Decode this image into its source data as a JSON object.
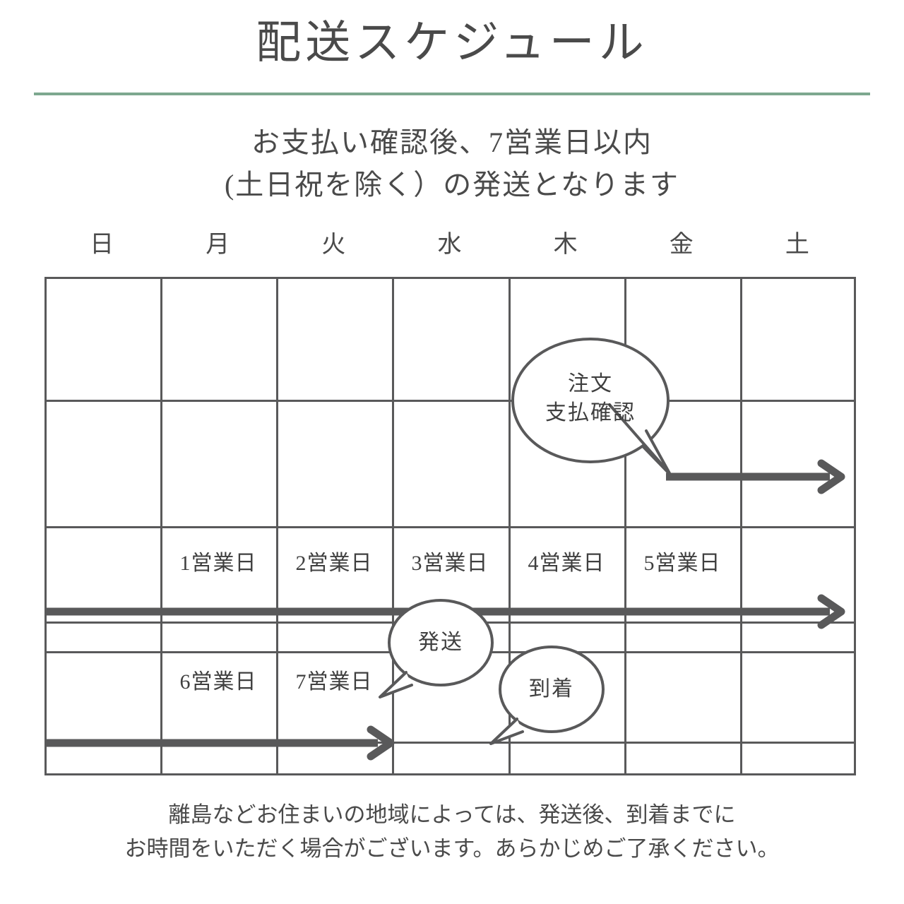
{
  "header": {
    "title": "配送スケジュール",
    "divider_color": "#7da88f",
    "subtitle_line1": "お支払い確認後、7営業日以内",
    "subtitle_line2": "(土日祝を除く）の発送となります"
  },
  "calendar": {
    "weekdays": [
      {
        "label": "日",
        "name": "sunday"
      },
      {
        "label": "月",
        "name": "monday"
      },
      {
        "label": "火",
        "name": "tuesday"
      },
      {
        "label": "水",
        "name": "wednesday"
      },
      {
        "label": "木",
        "name": "thursday"
      },
      {
        "label": "金",
        "name": "friday"
      },
      {
        "label": "土",
        "name": "saturday"
      }
    ],
    "weekend_shade_color": "#e4ece7",
    "grid_line_color": "#59595a",
    "business_days_week1": [
      {
        "column": "monday",
        "label": "1営業日"
      },
      {
        "column": "tuesday",
        "label": "2営業日"
      },
      {
        "column": "wednesday",
        "label": "3営業日"
      },
      {
        "column": "thursday",
        "label": "4営業日"
      },
      {
        "column": "friday",
        "label": "5営業日"
      }
    ],
    "business_days_week2": [
      {
        "column": "monday",
        "label": "6営業日"
      },
      {
        "column": "tuesday",
        "label": "7営業日"
      }
    ],
    "bubbles": [
      {
        "name": "order-payment",
        "line1": "注文",
        "line2": "支払確認"
      },
      {
        "name": "shipping",
        "line1": "発送",
        "line2": ""
      },
      {
        "name": "arrival",
        "line1": "到着",
        "line2": ""
      }
    ],
    "arrows": [
      {
        "name": "arrow-week1-start",
        "from_column": "friday",
        "to_column": "saturday"
      },
      {
        "name": "arrow-week2-full",
        "from_column": "sunday",
        "to_column": "saturday"
      },
      {
        "name": "arrow-week3-end",
        "from_column": "sunday",
        "to_column": "wednesday"
      }
    ]
  },
  "footer": {
    "line1": "離島などお住まいの地域によっては、発送後、到着までに",
    "line2": "お時間をいただく場合がございます。あらかじめご了承ください。"
  }
}
